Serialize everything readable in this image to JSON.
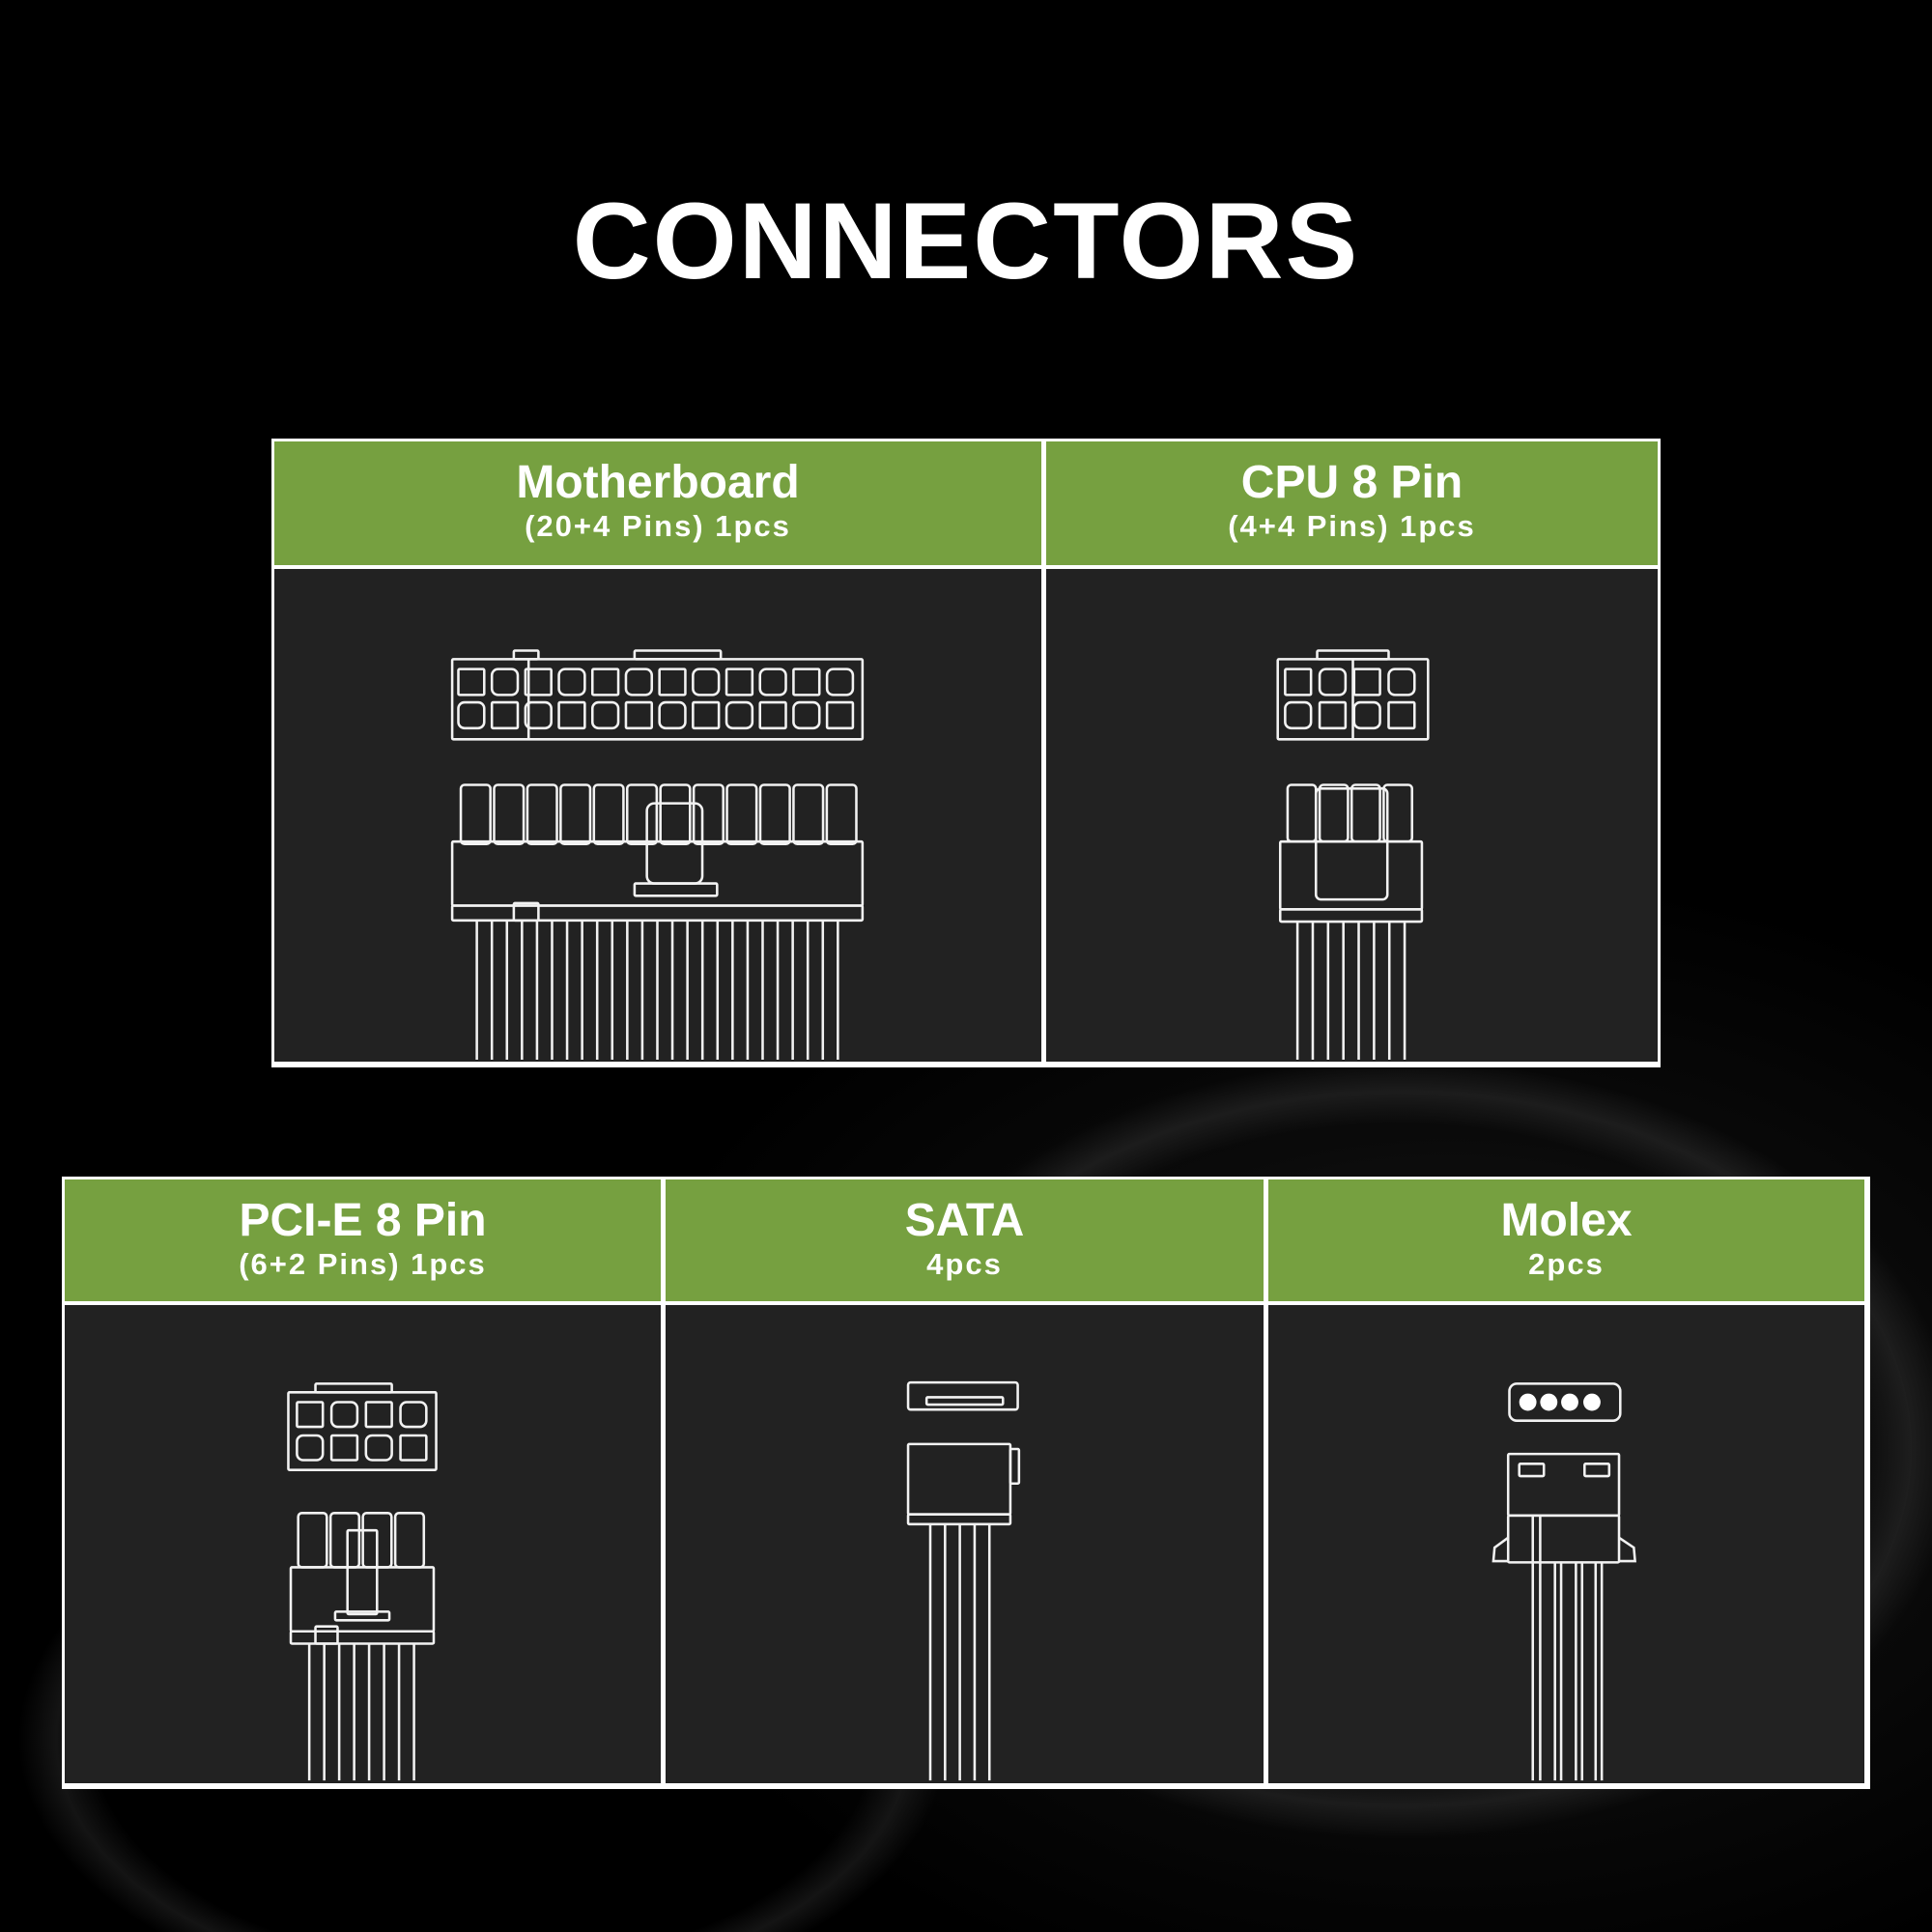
{
  "title": "CONNECTORS",
  "colors": {
    "header_green": "#76a040",
    "cell_bg": "#222222",
    "page_bg": "#000000"
  },
  "connectors": [
    {
      "name": "Motherboard",
      "detail": "(20+4 Pins) 1pcs",
      "icon": "atx-24pin-connector-icon"
    },
    {
      "name": "CPU 8 Pin",
      "detail": "(4+4 Pins) 1pcs",
      "icon": "cpu-8pin-connector-icon"
    },
    {
      "name": "PCI-E 8 Pin",
      "detail": "(6+2 Pins) 1pcs",
      "icon": "pcie-8pin-connector-icon"
    },
    {
      "name": "SATA",
      "detail": "4pcs",
      "icon": "sata-connector-icon"
    },
    {
      "name": "Molex",
      "detail": "2pcs",
      "icon": "molex-connector-icon"
    }
  ]
}
